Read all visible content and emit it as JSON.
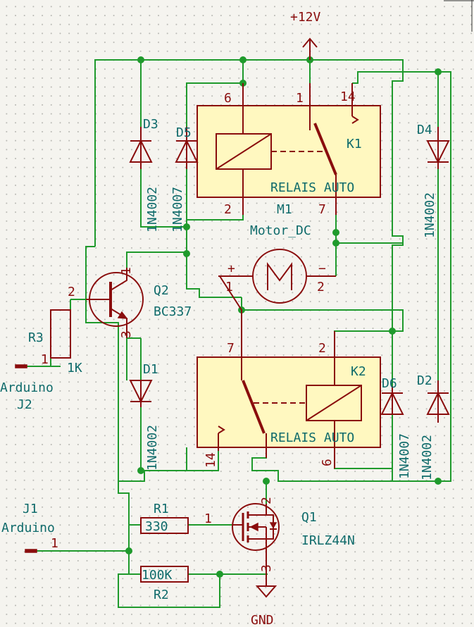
{
  "power": {
    "vcc": "+12V",
    "gnd": "GND"
  },
  "relays": {
    "k1": {
      "ref": "K1",
      "value": "RELAIS AUTO",
      "pins": [
        "1",
        "14",
        "6",
        "2",
        "7"
      ]
    },
    "k2": {
      "ref": "K2",
      "value": "RELAIS AUTO",
      "pins": [
        "7",
        "2",
        "14",
        "6"
      ]
    }
  },
  "motor": {
    "ref": "M1",
    "value": "Motor_DC",
    "pins": [
      "1",
      "2"
    ],
    "plus": "+",
    "minus": "−"
  },
  "transistor": {
    "ref": "Q2",
    "value": "BC337",
    "pins": [
      "1",
      "2",
      "3"
    ]
  },
  "mosfet": {
    "ref": "Q1",
    "value": "IRLZ44N",
    "pins": [
      "1",
      "2",
      "3"
    ]
  },
  "diodes": [
    {
      "ref": "D3",
      "value": "1N4002"
    },
    {
      "ref": "D5",
      "value": "1N4007"
    },
    {
      "ref": "D4",
      "value": "1N4002"
    },
    {
      "ref": "D1",
      "value": "1N4002"
    },
    {
      "ref": "D6",
      "value": "1N4007"
    },
    {
      "ref": "D2",
      "value": "1N4002"
    }
  ],
  "resistors": [
    {
      "ref": "R3",
      "value": "1K",
      "pins": [
        "2",
        "1"
      ]
    },
    {
      "ref": "R1",
      "value": "330",
      "pins": [
        "1"
      ]
    },
    {
      "ref": "R2",
      "value": "100K"
    }
  ],
  "connectors": [
    {
      "ref": "J2",
      "value": "Arduino",
      "pin": "1"
    },
    {
      "ref": "J1",
      "value": "Arduino",
      "pin": "1"
    }
  ]
}
